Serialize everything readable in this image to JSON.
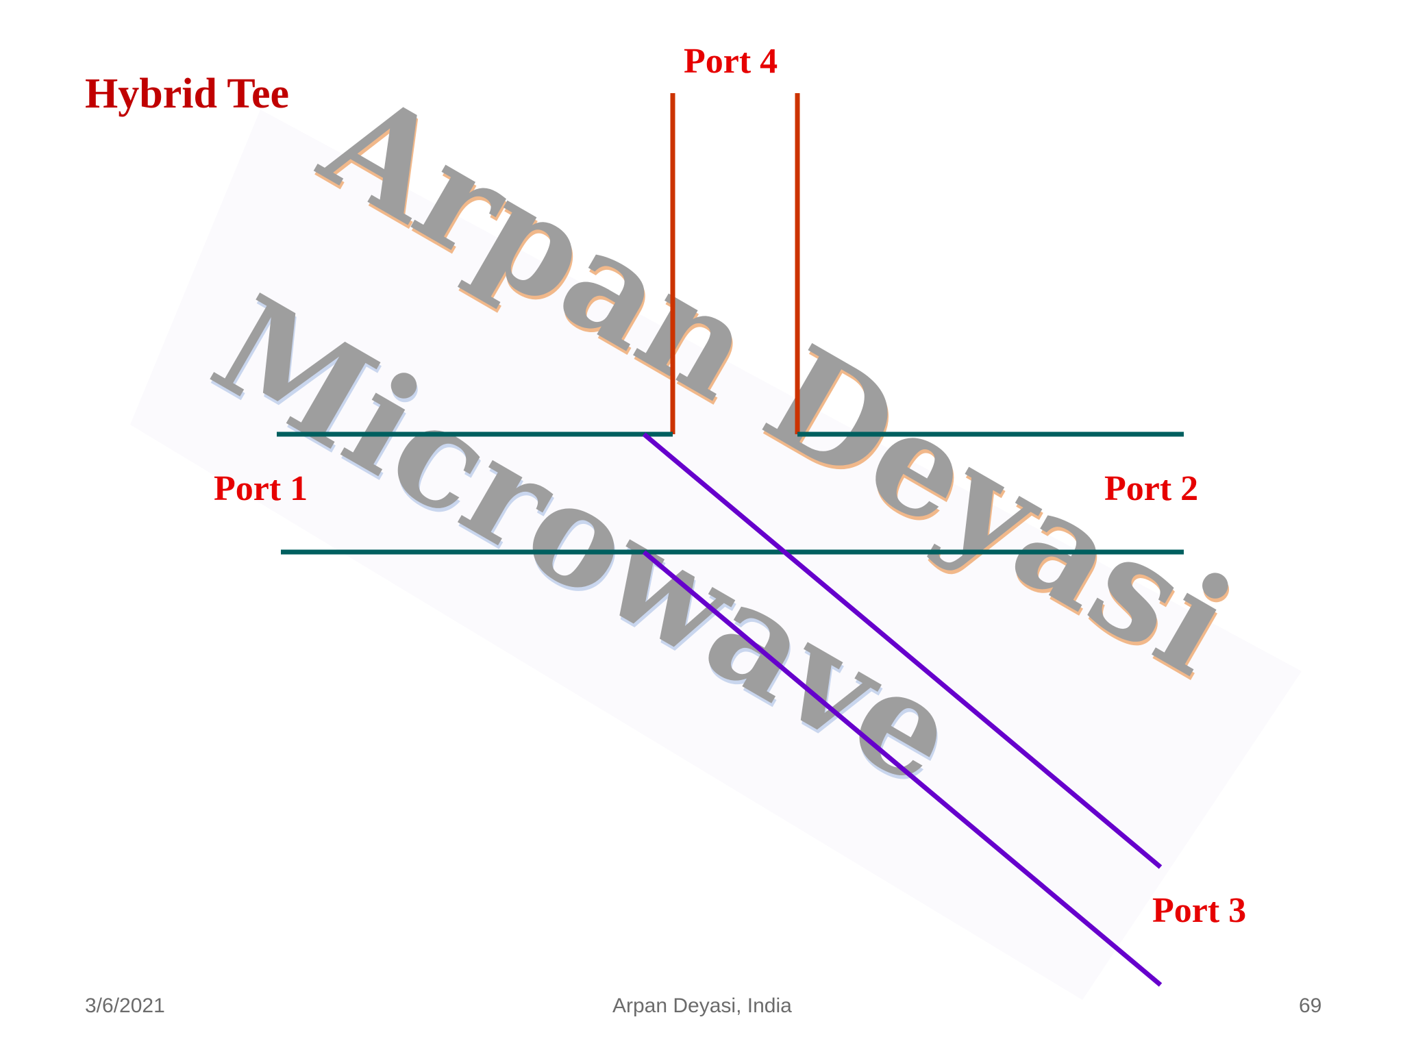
{
  "slide": {
    "title": "Hybrid Tee",
    "title_color": "#c00000"
  },
  "watermark": {
    "line1": "Arpan Deyasi",
    "line2": "Microwave",
    "color": "#9e9e9e",
    "shadow_color": "#f1b88a"
  },
  "diagram": {
    "ports": {
      "port1": "Port 1",
      "port2": "Port 2",
      "port3": "Port 3",
      "port4": "Port 4"
    },
    "label_color": "#e60000",
    "colors": {
      "main_arm": "#005f5f",
      "e_arm": "#cc3300",
      "h_arm": "#6600cc"
    }
  },
  "footer": {
    "date": "3/6/2021",
    "author": "Arpan Deyasi, India",
    "page_number": "69"
  }
}
